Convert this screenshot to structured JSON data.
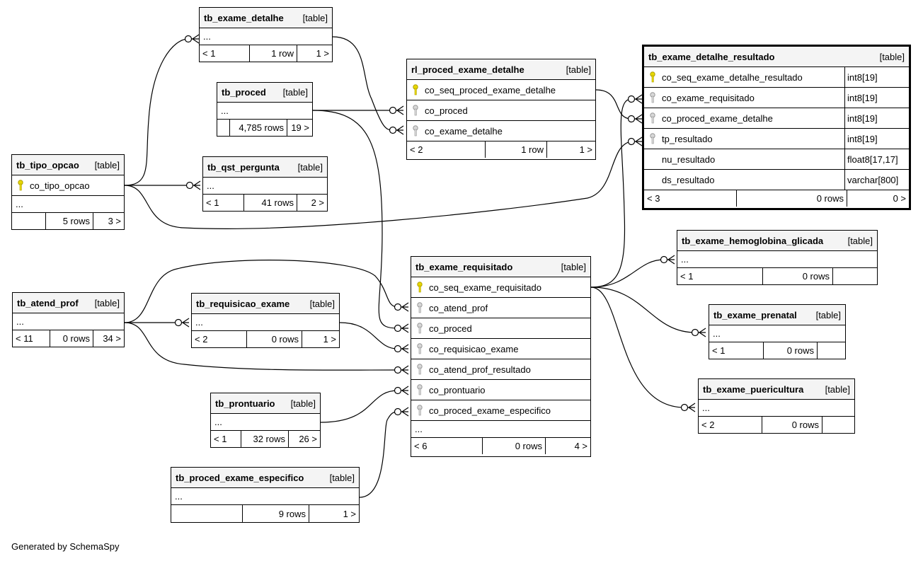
{
  "footer": "Generated by SchemaSpy",
  "tables": {
    "detalhe": {
      "name": "tb_exame_detalhe",
      "kind": "[table]",
      "ellipsis": "...",
      "footer": [
        "< 1",
        "1 row",
        "1 >"
      ]
    },
    "proced": {
      "name": "tb_proced",
      "kind": "[table]",
      "ellipsis": "...",
      "footer": [
        "",
        "4,785 rows",
        "19 >"
      ]
    },
    "tipo_opcao": {
      "name": "tb_tipo_opcao",
      "kind": "[table]",
      "columns": [
        {
          "name": "co_tipo_opcao",
          "key": "primary"
        }
      ],
      "ellipsis": "...",
      "footer": [
        "",
        "5 rows",
        "3 >"
      ]
    },
    "qst": {
      "name": "tb_qst_pergunta",
      "kind": "[table]",
      "ellipsis": "...",
      "footer": [
        "< 1",
        "41 rows",
        "2 >"
      ]
    },
    "rl": {
      "name": "rl_proced_exame_detalhe",
      "kind": "[table]",
      "columns": [
        {
          "name": "co_seq_proced_exame_detalhe",
          "key": "primary"
        },
        {
          "name": "co_proced",
          "key": "foreign"
        },
        {
          "name": "co_exame_detalhe",
          "key": "foreign"
        }
      ],
      "footer": [
        "< 2",
        "1 row",
        "1 >"
      ]
    },
    "resultado": {
      "name": "tb_exame_detalhe_resultado",
      "kind": "[table]",
      "columns": [
        {
          "name": "co_seq_exame_detalhe_resultado",
          "type": "int8[19]",
          "key": "primary"
        },
        {
          "name": "co_exame_requisitado",
          "type": "int8[19]",
          "key": "foreign"
        },
        {
          "name": "co_proced_exame_detalhe",
          "type": "int8[19]",
          "key": "foreign"
        },
        {
          "name": "tp_resultado",
          "type": "int8[19]",
          "key": "foreign"
        },
        {
          "name": "nu_resultado",
          "type": "float8[17,17]",
          "key": "none"
        },
        {
          "name": "ds_resultado",
          "type": "varchar[800]",
          "key": "none"
        }
      ],
      "footer": [
        "< 3",
        "0 rows",
        "0 >"
      ]
    },
    "hemoglobina": {
      "name": "tb_exame_hemoglobina_glicada",
      "kind": "[table]",
      "ellipsis": "...",
      "footer": [
        "< 1",
        "0 rows",
        ""
      ]
    },
    "atend_prof": {
      "name": "tb_atend_prof",
      "kind": "[table]",
      "ellipsis": "...",
      "footer": [
        "< 11",
        "0 rows",
        "34 >"
      ]
    },
    "requisicao": {
      "name": "tb_requisicao_exame",
      "kind": "[table]",
      "ellipsis": "...",
      "footer": [
        "< 2",
        "0 rows",
        "1 >"
      ]
    },
    "requisitado": {
      "name": "tb_exame_requisitado",
      "kind": "[table]",
      "columns": [
        {
          "name": "co_seq_exame_requisitado",
          "key": "primary"
        },
        {
          "name": "co_atend_prof",
          "key": "foreign"
        },
        {
          "name": "co_proced",
          "key": "foreign"
        },
        {
          "name": "co_requisicao_exame",
          "key": "foreign"
        },
        {
          "name": "co_atend_prof_resultado",
          "key": "foreign"
        },
        {
          "name": "co_prontuario",
          "key": "foreign"
        },
        {
          "name": "co_proced_exame_especifico",
          "key": "foreign"
        }
      ],
      "ellipsis": "...",
      "footer": [
        "< 6",
        "0 rows",
        "4 >"
      ]
    },
    "prenatal": {
      "name": "tb_exame_prenatal",
      "kind": "[table]",
      "ellipsis": "...",
      "footer": [
        "< 1",
        "0 rows",
        ""
      ]
    },
    "puericultura": {
      "name": "tb_exame_puericultura",
      "kind": "[table]",
      "ellipsis": "...",
      "footer": [
        "< 2",
        "0 rows",
        ""
      ]
    },
    "prontuario": {
      "name": "tb_prontuario",
      "kind": "[table]",
      "ellipsis": "...",
      "footer": [
        "< 1",
        "32 rows",
        "26 >"
      ]
    },
    "especifico": {
      "name": "tb_proced_exame_especifico",
      "kind": "[table]",
      "ellipsis": "...",
      "footer": [
        "",
        "9 rows",
        "1 >"
      ]
    }
  }
}
